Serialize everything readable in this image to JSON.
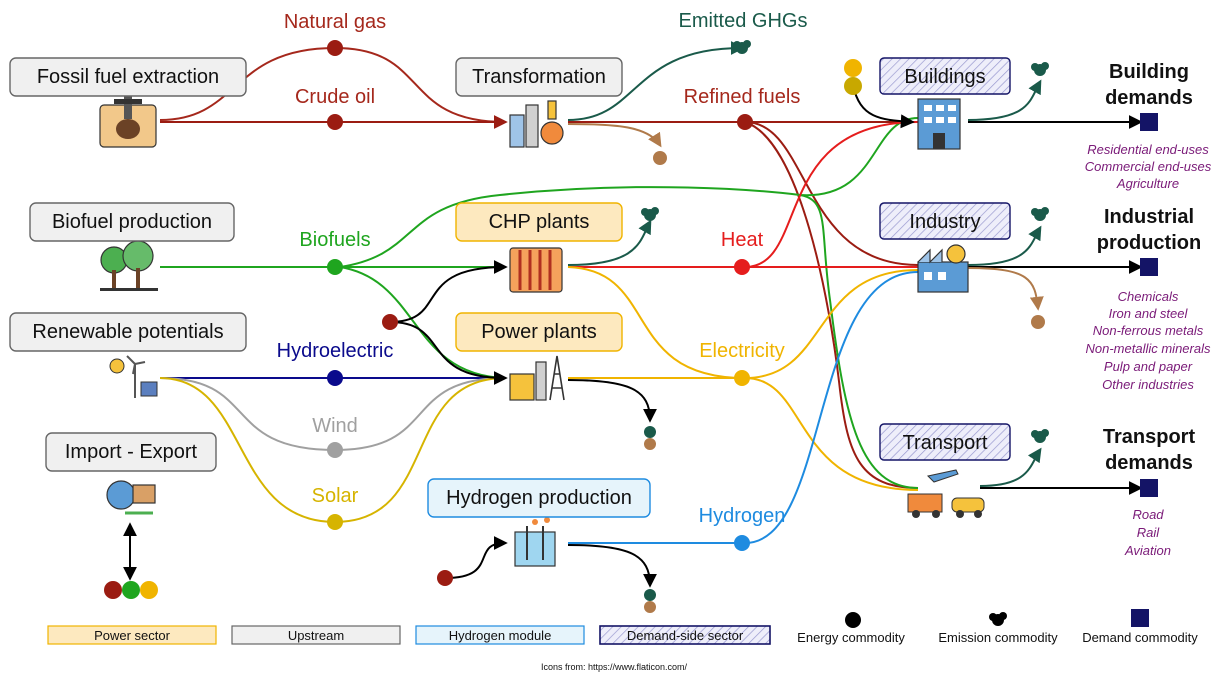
{
  "upstream_nodes": {
    "fossil_fuel_extraction": "Fossil fuel extraction",
    "transformation": "Transformation",
    "biofuel_production": "Biofuel production",
    "renewable_potentials": "Renewable potentials",
    "import_export": "Import - Export"
  },
  "power_nodes": {
    "chp_plants": "CHP plants",
    "power_plants": "Power plants"
  },
  "hydrogen_node": "Hydrogen production",
  "sectors": {
    "buildings": "Buildings",
    "industry": "Industry",
    "transport": "Transport"
  },
  "flows": {
    "natural_gas": "Natural gas",
    "crude_oil": "Crude oil",
    "emitted_ghgs": "Emitted GHGs",
    "refined_fuels": "Refined fuels",
    "biofuels": "Biofuels",
    "heat": "Heat",
    "hydroelectric": "Hydroelectric",
    "electricity": "Electricity",
    "wind": "Wind",
    "solar": "Solar",
    "hydrogen": "Hydrogen"
  },
  "demands": {
    "building": {
      "title_line1": "Building",
      "title_line2": "demands",
      "items": [
        "Residential end-uses",
        "Commercial end-uses",
        "Agriculture"
      ]
    },
    "industrial": {
      "title_line1": "Industrial",
      "title_line2": "production",
      "items": [
        "Chemicals",
        "Iron and steel",
        "Non-ferrous metals",
        "Non-metallic minerals",
        "Pulp and paper",
        "Other industries"
      ]
    },
    "transport": {
      "title_line1": "Transport",
      "title_line2": "demands",
      "items": [
        "Road",
        "Rail",
        "Aviation"
      ]
    }
  },
  "legend": {
    "power_sector": "Power sector",
    "upstream": "Upstream",
    "hydrogen_module": "Hydrogen module",
    "demand_side_sector": "Demand-side sector",
    "energy_commodity": "Energy commodity",
    "emission_commodity": "Emission commodity",
    "demand_commodity": "Demand commodity"
  },
  "credit": "Icons from: https://www.flaticon.com/",
  "colors": {
    "fossil": "#9b1c12",
    "natural_gas": "#a5281c",
    "emitted_ghgs": "#1a5a4a",
    "biofuels": "#1fa51f",
    "heat": "#e51d1d",
    "hydroelectric": "#0a0a8c",
    "electricity": "#f0b400",
    "wind": "#a0a0a0",
    "solar": "#d6b400",
    "hydrogen": "#1e8be0",
    "demand_purple": "#7a1a78",
    "demand_node": "#141466",
    "power_box_fill": "#fde9bf",
    "power_box_stroke": "#f0b400",
    "upstream_box_fill": "#f0f0f0",
    "hydrogen_box_fill": "#e6f4fb",
    "hydrogen_box_stroke": "#1e8be0",
    "emission_brown": "#b07a4a"
  }
}
